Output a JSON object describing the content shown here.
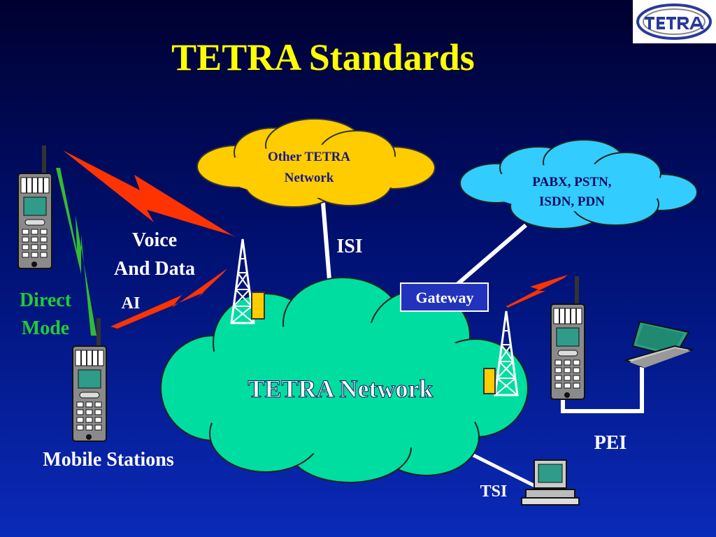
{
  "title": "TETRA Standards",
  "logo_text": "TETRA",
  "clouds": {
    "other_tetra": [
      "Other TETRA",
      "Network"
    ],
    "pabx": [
      "PABX, PSTN,",
      "ISDN, PDN"
    ],
    "tetra_network": "TETRA Network"
  },
  "labels": {
    "voice_and_data": [
      "Voice",
      "And Data"
    ],
    "ai": "AI",
    "direct_mode": [
      "Direct",
      "Mode"
    ],
    "mobile_stations": "Mobile Stations",
    "isi": "ISI",
    "gateway": "Gateway",
    "pei": "PEI",
    "tsi": "TSI"
  },
  "colors": {
    "title": "#ffff00",
    "other_cloud": "#ffcc00",
    "pabx_cloud": "#33ccff",
    "tetra_cloud": "#00dda0",
    "direct_mode": "#22cc33",
    "lightning_red": "#ff3300",
    "lightning_green": "#33bb33",
    "gateway_box": "#2233bb"
  }
}
